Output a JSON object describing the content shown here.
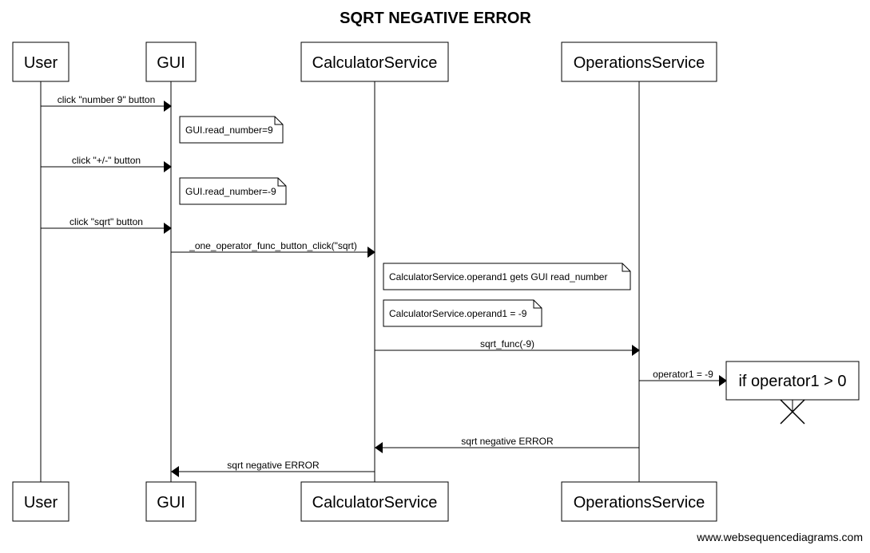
{
  "diagram": {
    "title": "SQRT NEGATIVE ERROR",
    "participants": [
      "User",
      "GUI",
      "CalculatorService",
      "OperationsService"
    ],
    "messages": [
      "click \"number 9\" button",
      "click \"+/-\" button",
      "click \"sqrt\" button",
      "_one_operator_func_button_click(\"sqrt)",
      "sqrt_func(-9)",
      "operator1 = -9",
      "sqrt negative ERROR",
      "sqrt negative ERROR"
    ],
    "notes": [
      "GUI.read_number=9",
      "GUI.read_number=-9",
      "CalculatorService.operand1 gets GUI read_number",
      "CalculatorService.operand1 = -9"
    ],
    "created_participant": "if operator1 > 0",
    "watermark": "www.websequencediagrams.com"
  }
}
